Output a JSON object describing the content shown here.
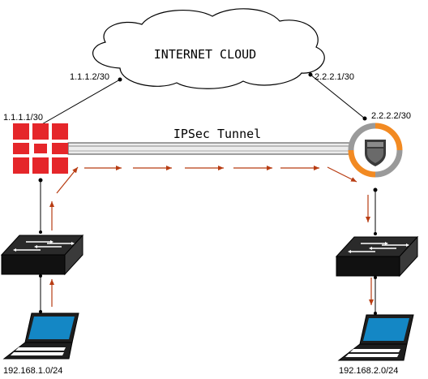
{
  "cloud": {
    "label": "INTERNET CLOUD"
  },
  "left_site": {
    "wan_ip": "1.1.1.2/30",
    "firewall_ip": "1.1.1.1/30",
    "lan_subnet": "192.168.1.0/24"
  },
  "right_site": {
    "wan_ip": "2.2.2.1/30",
    "firewall_ip": "2.2.2.2/30",
    "lan_subnet": "192.168.2.0/24"
  },
  "tunnel": {
    "label": "IPSec Tunnel"
  },
  "colors": {
    "line": "#000000",
    "arrow": "#b83c12",
    "fortigate_red": "#e5262a",
    "sophos_orange": "#f28a22",
    "device_dark": "#1e1e1e",
    "laptop_blue": "#1487c5",
    "tunnel_fill": "#ececec"
  },
  "icons": {
    "left_firewall": "fortigate-icon",
    "right_firewall": "sophos-icon",
    "switch": "network-switch-icon",
    "computer": "laptop-icon"
  }
}
